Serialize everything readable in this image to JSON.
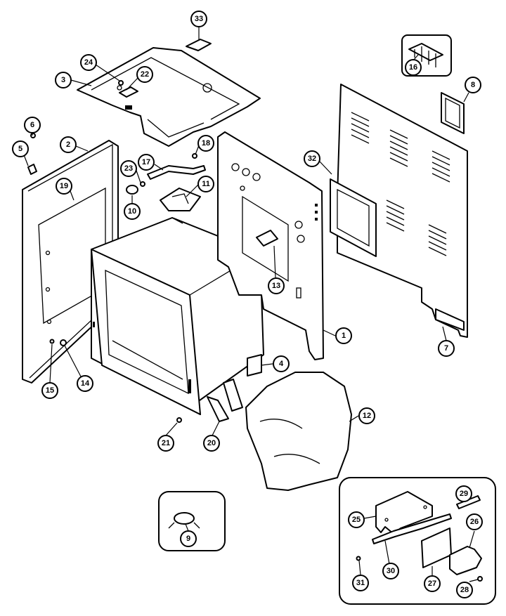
{
  "callouts": [
    {
      "id": "c1",
      "label": "1"
    },
    {
      "id": "c2",
      "label": "2"
    },
    {
      "id": "c3",
      "label": "3"
    },
    {
      "id": "c4",
      "label": "4"
    },
    {
      "id": "c5",
      "label": "5"
    },
    {
      "id": "c6",
      "label": "6"
    },
    {
      "id": "c7",
      "label": "7"
    },
    {
      "id": "c8",
      "label": "8"
    },
    {
      "id": "c9",
      "label": "9"
    },
    {
      "id": "c10",
      "label": "10"
    },
    {
      "id": "c11",
      "label": "11"
    },
    {
      "id": "c12",
      "label": "12"
    },
    {
      "id": "c13",
      "label": "13"
    },
    {
      "id": "c14",
      "label": "14"
    },
    {
      "id": "c15",
      "label": "15"
    },
    {
      "id": "c16",
      "label": "16"
    },
    {
      "id": "c17",
      "label": "17"
    },
    {
      "id": "c18",
      "label": "18"
    },
    {
      "id": "c19",
      "label": "19"
    },
    {
      "id": "c20",
      "label": "20"
    },
    {
      "id": "c21",
      "label": "21"
    },
    {
      "id": "c22",
      "label": "22"
    },
    {
      "id": "c23",
      "label": "23"
    },
    {
      "id": "c24",
      "label": "24"
    },
    {
      "id": "c25",
      "label": "25"
    },
    {
      "id": "c26",
      "label": "26"
    },
    {
      "id": "c27",
      "label": "27"
    },
    {
      "id": "c28",
      "label": "28"
    },
    {
      "id": "c29",
      "label": "29"
    },
    {
      "id": "c30",
      "label": "30"
    },
    {
      "id": "c31",
      "label": "31"
    },
    {
      "id": "c32",
      "label": "32"
    },
    {
      "id": "c33",
      "label": "33"
    }
  ]
}
